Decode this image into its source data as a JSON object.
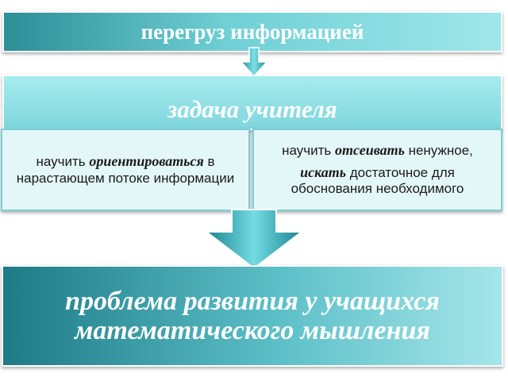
{
  "header": {
    "text": "перегруз информацией"
  },
  "task": {
    "text": "задача учителя"
  },
  "left_box": {
    "prefix": "научить ",
    "emph": "ориентироваться",
    "suffix": " в нарастающем потоке информации"
  },
  "right_box": {
    "line1_prefix": "научить ",
    "line1_emph": "отсеивать",
    "line1_suffix": " ненужное,",
    "line2_emph": "искать",
    "line2_suffix": " достаточное для обоснования необходимого"
  },
  "result": {
    "line1": "проблема развития у учащихся",
    "line2": "математического мышления"
  },
  "colors": {
    "teal_dark": "#1d7a86",
    "teal_light": "#a6ecef",
    "arrow": "#3fb4c0"
  }
}
